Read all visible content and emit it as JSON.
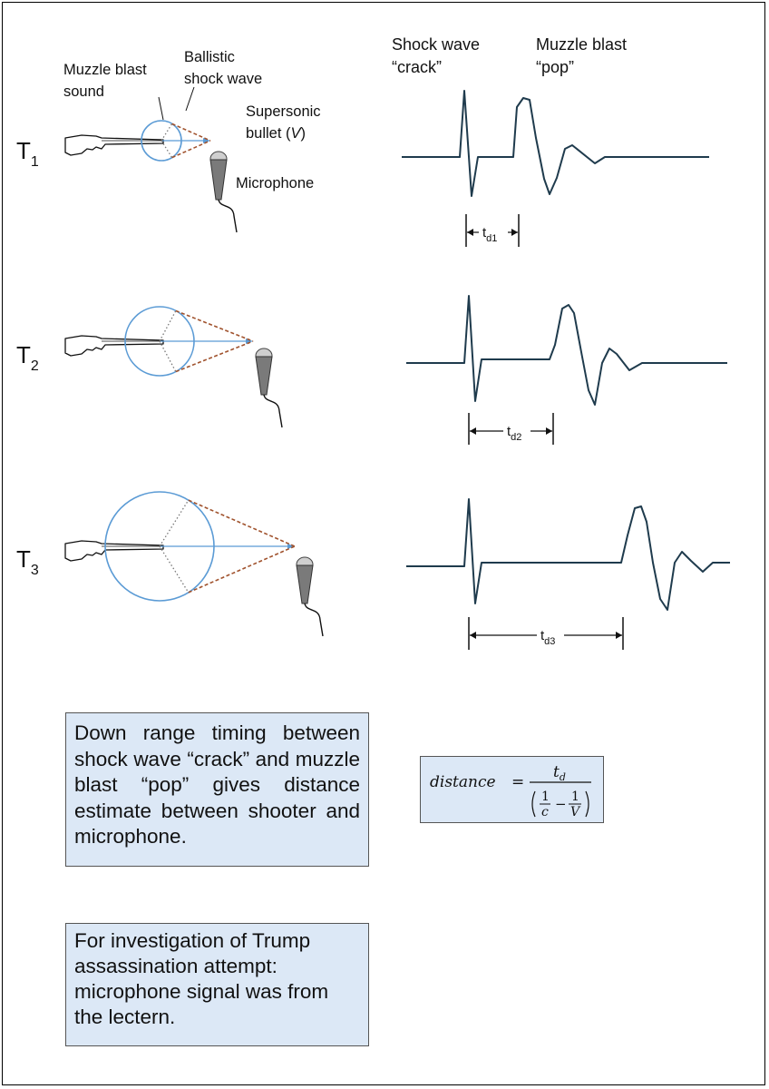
{
  "diagram": {
    "labels": {
      "muzzle_blast_sound": [
        "Muzzle blast",
        "sound"
      ],
      "ballistic_shock_wave": [
        "Ballistic",
        "shock wave"
      ],
      "supersonic_bullet": [
        "Supersonic",
        "bullet (",
        "V",
        ")"
      ],
      "microphone": "Microphone",
      "shock_wave_crack": [
        "Shock wave",
        "“crack”"
      ],
      "muzzle_blast_pop": [
        "Muzzle blast",
        "“pop”"
      ]
    },
    "rows": [
      {
        "label": "T",
        "sub": "1",
        "delay_label": "t",
        "delay_sub": "d1"
      },
      {
        "label": "T",
        "sub": "2",
        "delay_label": "t",
        "delay_sub": "d2"
      },
      {
        "label": "T",
        "sub": "3",
        "delay_label": "t",
        "delay_sub": "d3"
      }
    ],
    "colors": {
      "wavefront": "#5b9bd5",
      "shock_cone": "#a0522d",
      "waveform": "#1f3b4d",
      "box_fill": "#dce8f6"
    }
  },
  "summary_text": "Down range timing between shock wave “crack” and muzzle blast “pop” gives distance estimate between shooter and microphone.",
  "note_text": "For investigation of Trump assassination attempt: microphone signal was from the lectern.",
  "formula": {
    "lhs": "distance",
    "eq": "=",
    "numerator": "t",
    "numerator_sub": "d",
    "one": "1",
    "c": "c",
    "minus": "−",
    "V": "V"
  }
}
